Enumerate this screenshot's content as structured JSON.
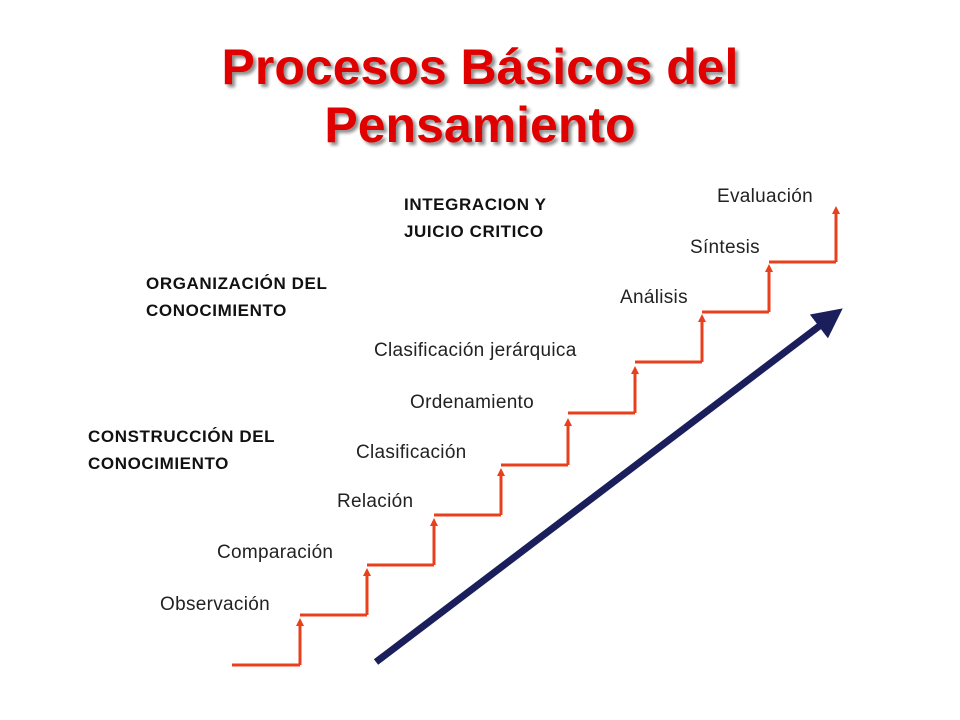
{
  "title": {
    "line1": "Procesos Básicos del",
    "line2": "Pensamiento"
  },
  "colors": {
    "title": "#e00000",
    "stairs": "#e8401c",
    "arrow": "#1a1f5c"
  },
  "groups": [
    {
      "line1": "CONSTRUCCIÓN DEL",
      "line2": "CONOCIMIENTO"
    },
    {
      "line1": "ORGANIZACIÓN DEL",
      "line2": "CONOCIMIENTO"
    },
    {
      "line1": "INTEGRACION Y",
      "line2": "JUICIO CRITICO"
    }
  ],
  "steps": [
    "Observación",
    "Comparación",
    "Relación",
    "Clasificación",
    "Ordenamiento",
    "Clasificación jerárquica",
    "Análisis",
    "Síntesis",
    "Evaluación"
  ]
}
